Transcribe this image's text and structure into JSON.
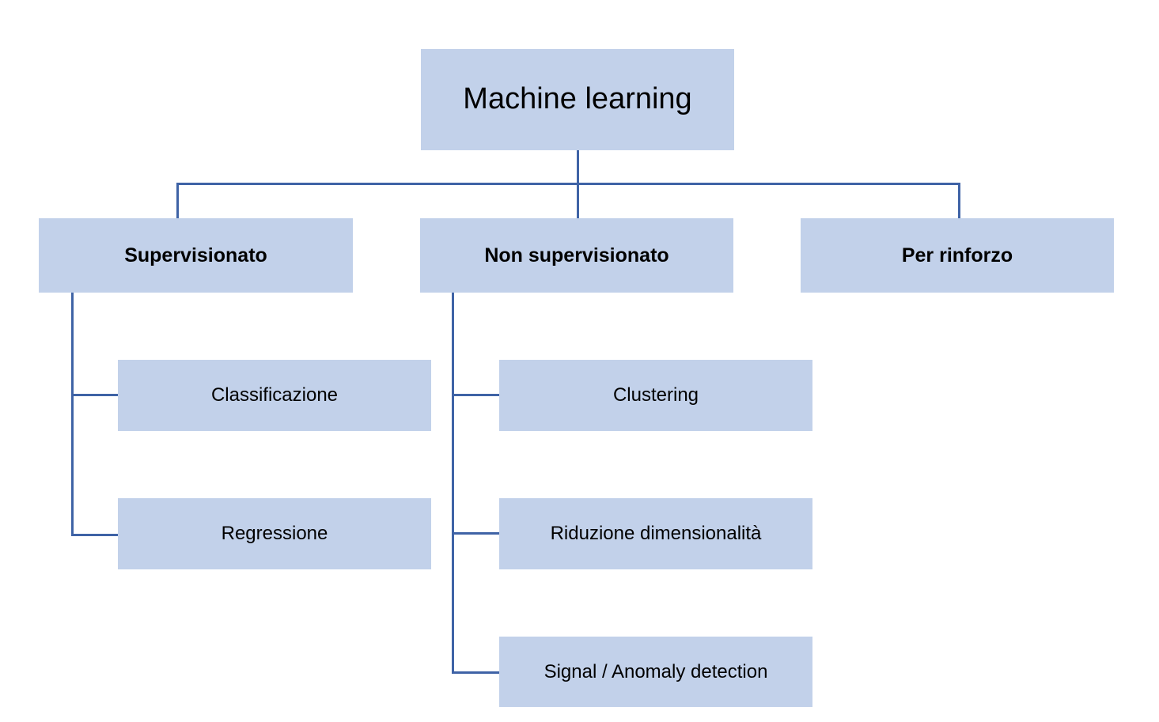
{
  "diagram": {
    "title": "Machine learning",
    "language": "it",
    "colors": {
      "node_fill": "#c2d1ea",
      "connector": "#3f63a6",
      "text": "#000000",
      "background": "#ffffff"
    },
    "root": {
      "label": "Machine learning"
    },
    "branches": [
      {
        "label": "Supervisionato",
        "children": [
          {
            "label": "Classificazione"
          },
          {
            "label": "Regressione"
          }
        ]
      },
      {
        "label": "Non supervisionato",
        "children": [
          {
            "label": "Clustering"
          },
          {
            "label": "Riduzione dimensionalità"
          },
          {
            "label": "Signal / Anomaly detection"
          }
        ]
      },
      {
        "label": "Per rinforzo",
        "children": []
      }
    ]
  }
}
